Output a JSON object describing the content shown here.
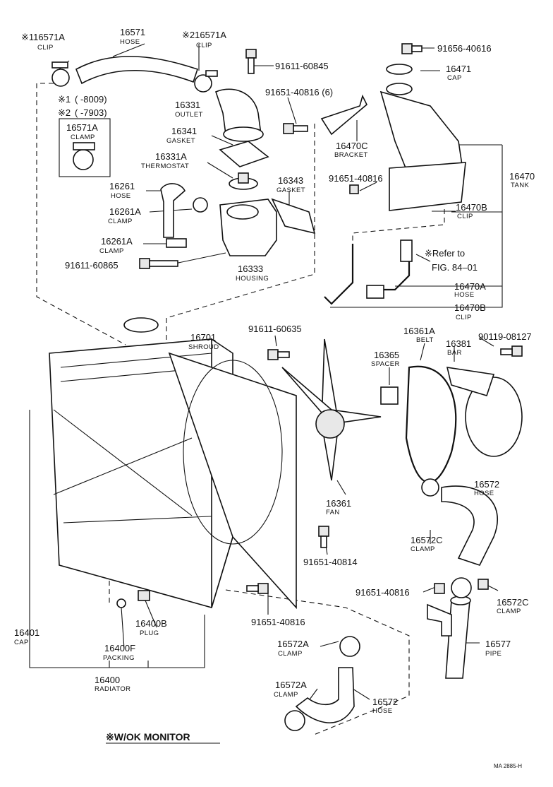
{
  "labels": {
    "clip_116571a": {
      "code": "※116571A",
      "name": "CLIP"
    },
    "hose_16571": {
      "code": "16571",
      "name": "HOSE"
    },
    "clip_216571a": {
      "code": "※216571A",
      "name": "CLIP"
    },
    "bolt_91611_60845": {
      "code": "91611-60845"
    },
    "bolt_91656_40616": {
      "code": "91656-40616"
    },
    "cap_16471": {
      "code": "16471",
      "name": "CAP"
    },
    "note_1": {
      "mark": "※1",
      "range": "(        -8009)"
    },
    "note_2": {
      "mark": "※2",
      "range": "(        -7903)"
    },
    "outlet_16331": {
      "code": "16331",
      "name": "OUTLET"
    },
    "bolt_91651_40816_6": {
      "code": "91651-40816 (6)"
    },
    "clamp_16571a": {
      "code": "16571A",
      "name": "CLAMP"
    },
    "gasket_16341": {
      "code": "16341",
      "name": "GASKET"
    },
    "bracket_16470c": {
      "code": "16470C",
      "name": "BRACKET"
    },
    "thermostat_16331a": {
      "code": "16331A",
      "name": "THERMOSTAT"
    },
    "gasket_16343": {
      "code": "16343",
      "name": "GASKET"
    },
    "bolt_91651_40816_b": {
      "code": "91651-40816"
    },
    "tank_16470": {
      "code": "16470",
      "name": "TANK"
    },
    "hose_16261": {
      "code": "16261",
      "name": "HOSE"
    },
    "clip_16470b_a": {
      "code": "16470B",
      "name": "CLIP"
    },
    "clamp_16261a_a": {
      "code": "16261A",
      "name": "CLAMP"
    },
    "clamp_16261a_b": {
      "code": "16261A",
      "name": "CLAMP"
    },
    "refer": {
      "line1": "※Refer to",
      "line2": "FIG. 84–01"
    },
    "bolt_91611_60865": {
      "code": "91611-60865"
    },
    "housing_16333": {
      "code": "16333",
      "name": "HOUSING"
    },
    "hose_16470a": {
      "code": "16470A",
      "name": "HOSE"
    },
    "clip_16470b_b": {
      "code": "16470B",
      "name": "CLIP"
    },
    "shroud_16701": {
      "code": "16701",
      "name": "SHROUD"
    },
    "bolt_91611_60635": {
      "code": "91611-60635"
    },
    "belt_16361a": {
      "code": "16361A",
      "name": "BELT"
    },
    "bolt_90119_08127": {
      "code": "90119-08127"
    },
    "spacer_16365": {
      "code": "16365",
      "name": "SPACER"
    },
    "bar_16381": {
      "code": "16381",
      "name": "BAR"
    },
    "hose_16572_a": {
      "code": "16572",
      "name": "HOSE"
    },
    "fan_16361": {
      "code": "16361",
      "name": "FAN"
    },
    "clamp_16572c_a": {
      "code": "16572C",
      "name": "CLAMP"
    },
    "bolt_91651_40814": {
      "code": "91651-40814"
    },
    "bolt_91651_40816_c": {
      "code": "91651-40816"
    },
    "clamp_16572c_b": {
      "code": "16572C",
      "name": "CLAMP"
    },
    "cap_16401": {
      "code": "16401",
      "name": "CAP"
    },
    "plug_16400b": {
      "code": "16400B",
      "name": "PLUG"
    },
    "bolt_91651_40816_d": {
      "code": "91651-40816"
    },
    "packing_16400f": {
      "code": "16400F",
      "name": "PACKING"
    },
    "clamp_16572a_a": {
      "code": "16572A",
      "name": "CLAMP"
    },
    "pipe_16577": {
      "code": "16577",
      "name": "PIPE"
    },
    "radiator_16400": {
      "code": "16400",
      "name": "RADIATOR"
    },
    "clamp_16572a_b": {
      "code": "16572A",
      "name": "CLAMP"
    },
    "hose_16572_b": {
      "code": "16572",
      "name": "HOSE"
    }
  },
  "footer": {
    "note": "※W/OK MONITOR",
    "ref": "MA 2885-H"
  }
}
